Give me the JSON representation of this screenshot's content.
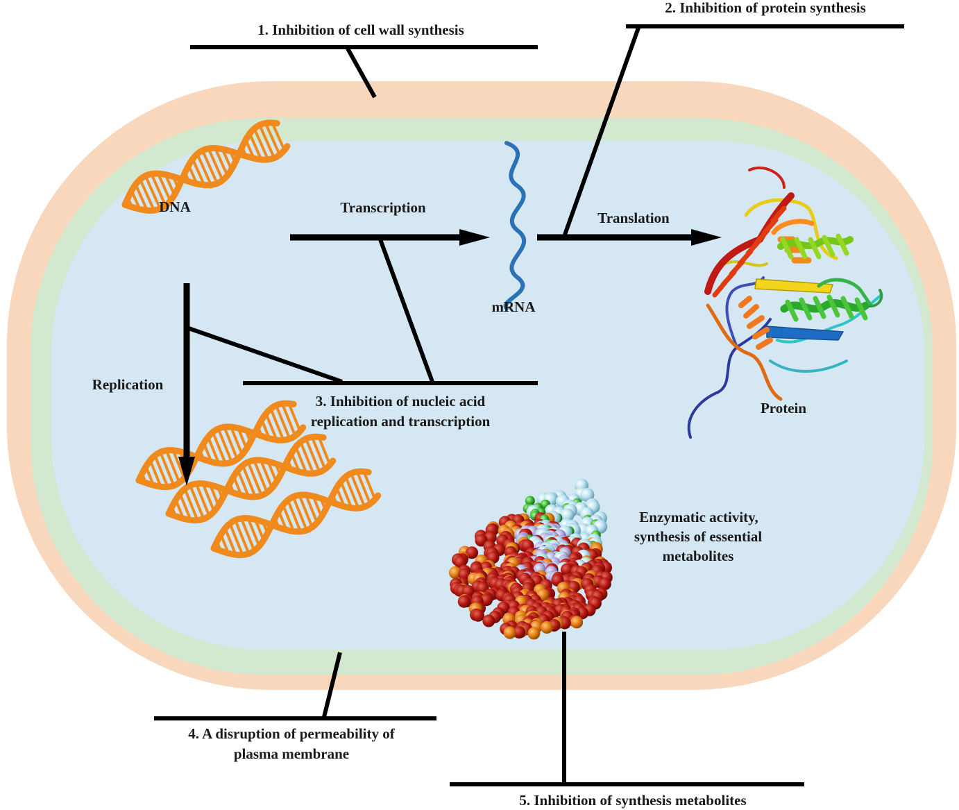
{
  "colors": {
    "cell_wall": "#f8d7bc",
    "outer_membrane": "#d2e8cf",
    "cytoplasm": "#d4e7f2",
    "dna": "#f08a1c",
    "mrna": "#2a72b5",
    "line": "#000000"
  },
  "labels": {
    "dna": "DNA",
    "transcription": "Transcription",
    "mrna": "mRNA",
    "translation": "Translation",
    "protein": "Protein",
    "replication": "Replication",
    "enzymatic": [
      "Enzymatic activity,",
      "synthesis of essential",
      "metabolites"
    ]
  },
  "targets": {
    "t1": "1. Inhibition of cell wall synthesis",
    "t2": "2. Inhibition of protein synthesis",
    "t3": [
      "3. Inhibition of nucleic acid",
      "replication and transcription"
    ],
    "t4": [
      "4. A disruption of permeability of",
      "plasma membrane"
    ],
    "t5": "5. Inhibition of synthesis metabolites"
  },
  "icons": [
    "dna-double-helix-icon",
    "mrna-strand-icon",
    "protein-ribbon-icon",
    "enzyme-spacefill-icon"
  ]
}
